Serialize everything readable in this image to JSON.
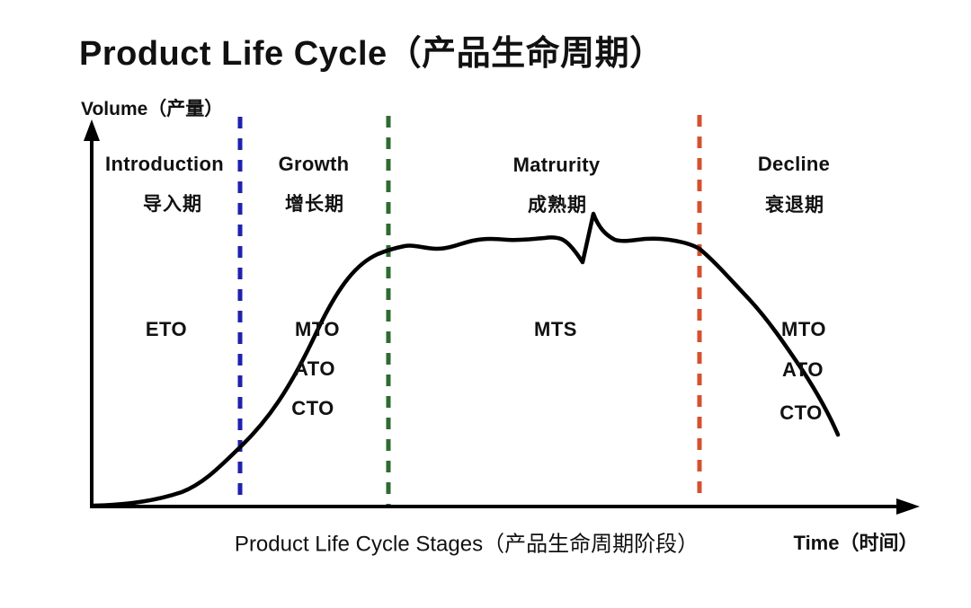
{
  "title": "Product Life Cycle（产品生命周期）",
  "axes": {
    "y_label": "Volume（产量）",
    "x_label": "Time（时间）",
    "x_caption": "Product Life Cycle Stages（产品生命周期阶段）"
  },
  "stages": [
    {
      "name_en": "Introduction",
      "name_zh": "导入期",
      "modes": [
        "ETO"
      ]
    },
    {
      "name_en": "Growth",
      "name_zh": "增长期",
      "modes": [
        "MTO",
        "ATO",
        "CTO"
      ]
    },
    {
      "name_en": "Matrurity",
      "name_zh": "成熟期",
      "modes": [
        "MTS"
      ]
    },
    {
      "name_en": "Decline",
      "name_zh": "衰退期",
      "modes": [
        "MTO",
        "ATO",
        "CTO"
      ]
    }
  ],
  "dividers": [
    {
      "between": "introduction-growth",
      "style": "dashed",
      "color": "#2021ae"
    },
    {
      "between": "growth-maturity",
      "style": "dashed",
      "color": "#2f6b31"
    },
    {
      "between": "maturity-decline",
      "style": "dashed",
      "color": "#d4502e"
    }
  ],
  "curve": {
    "color": "#000000",
    "description": "volume-over-time life cycle curve: slow rise, steep S-curve growth, wavy plateau with one sharp notch-and-spike in maturity, accelerating decline"
  }
}
